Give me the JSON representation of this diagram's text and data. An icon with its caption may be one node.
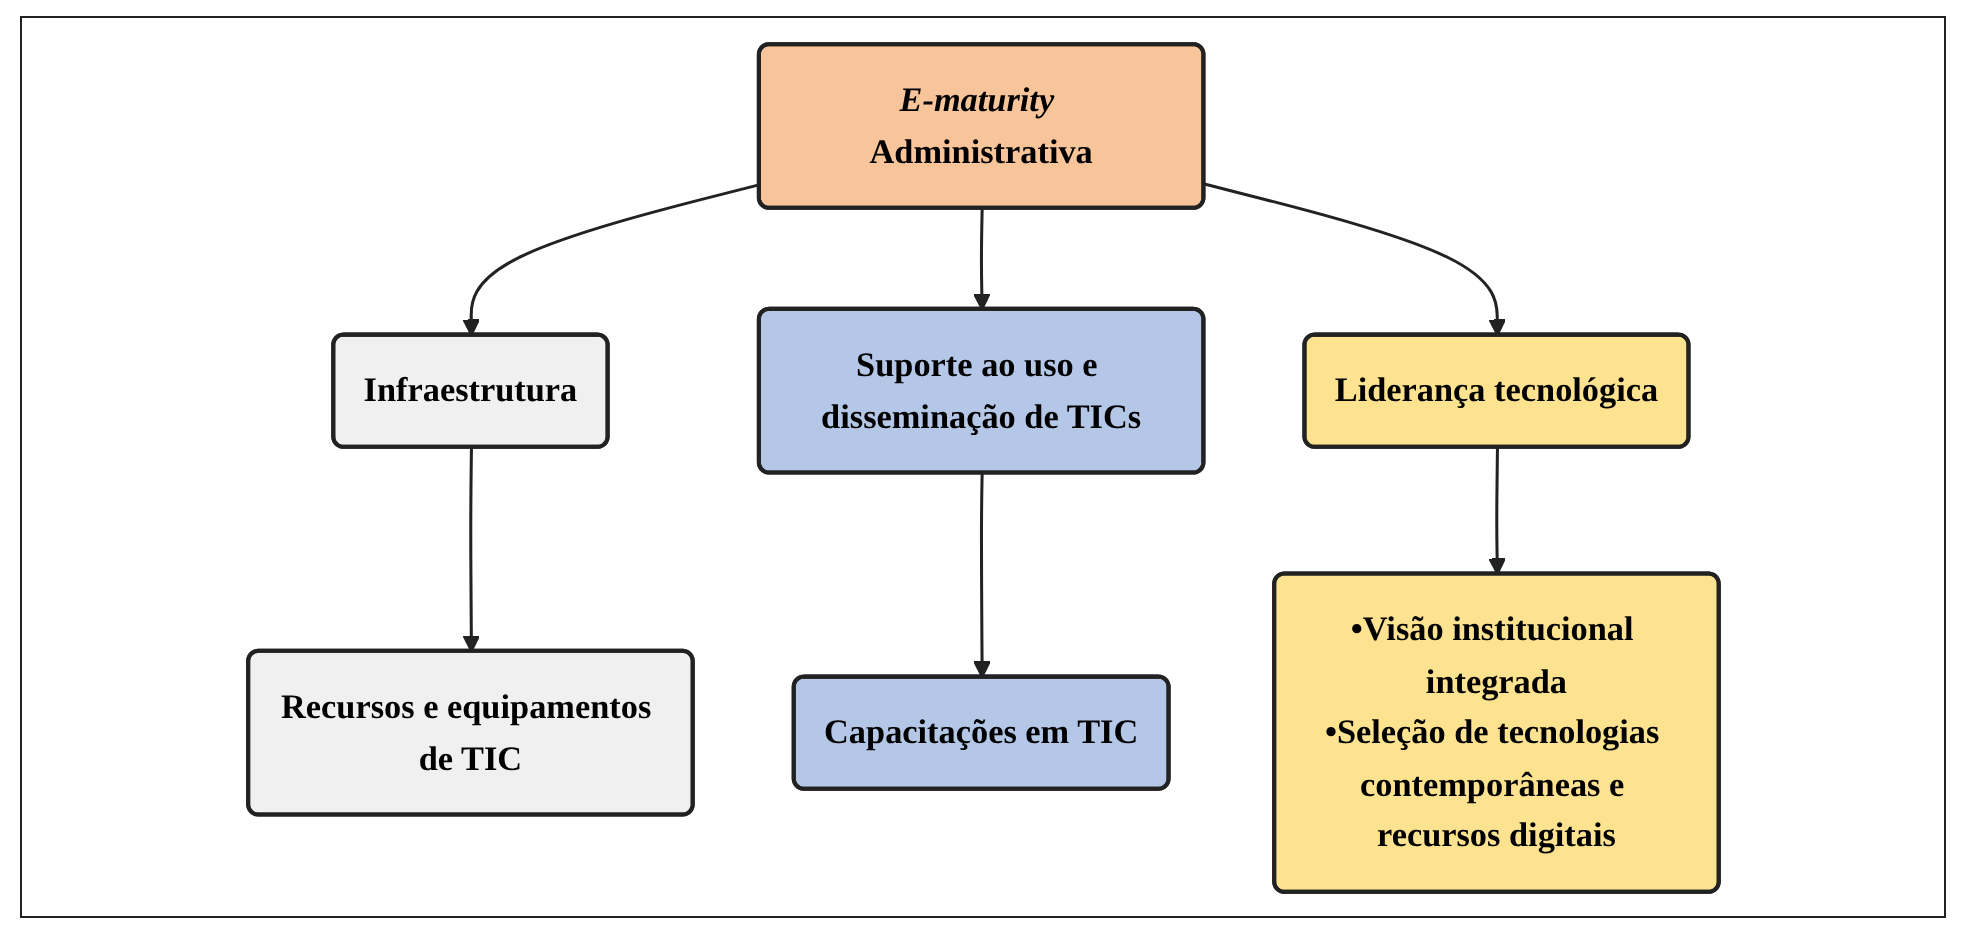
{
  "diagram": {
    "nodes": [
      {
        "text": [
          "*E-maturity* Administrativa"
        ]
      },
      {
        "text": [
          "Infraestrutura"
        ]
      },
      {
        "text": [
          "Recursos e equipamentos de TIC"
        ]
      },
      {
        "text": [
          "Liderança tecnológica"
        ]
      },
      {
        "text": [
          "•Visão institucional integrada",
          "•Seleção de tecnologias contemporâneas e recursos digitais"
        ]
      },
      {
        "text": [
          "Suporte ao uso e disseminação de TICs"
        ]
      },
      {
        "text": [
          "Capacitações em TIC"
        ]
      }
    ],
    "edges": [
      {
        "from": 0,
        "to": 1,
        "arrow": "to"
      },
      {
        "from": 1,
        "to": 2,
        "arrow": "to"
      },
      {
        "from": 0,
        "to": 5,
        "arrow": "to"
      },
      {
        "from": 0,
        "to": 3,
        "arrow": "to"
      },
      {
        "from": 3,
        "to": 4,
        "arrow": "to"
      },
      {
        "from": 5,
        "to": 6,
        "arrow": "to"
      }
    ]
  }
}
